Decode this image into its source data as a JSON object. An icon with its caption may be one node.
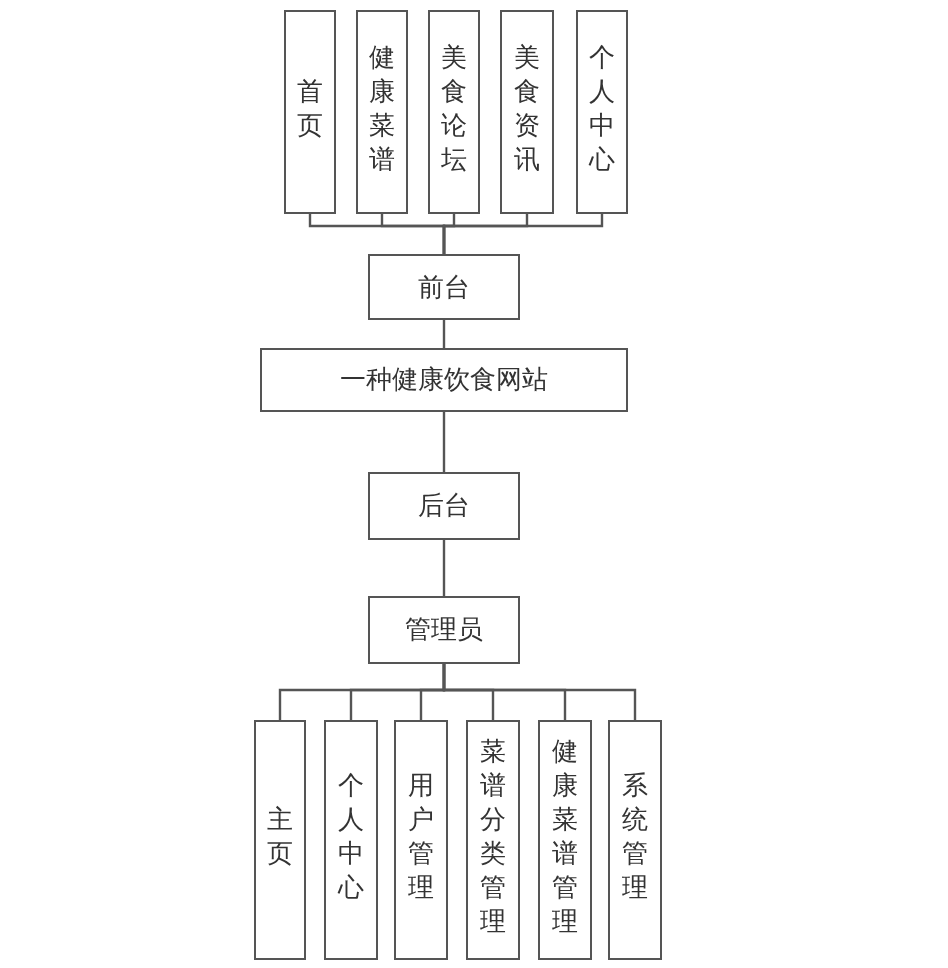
{
  "diagram": {
    "nodes": [
      {
        "text": [
          "首页"
        ]
      },
      {
        "text": [
          "健康菜谱"
        ]
      },
      {
        "text": [
          "美食论坛"
        ]
      },
      {
        "text": [
          "美食资讯"
        ]
      },
      {
        "text": [
          "个人中心"
        ]
      },
      {
        "text": [
          "前台"
        ]
      },
      {
        "text": [
          "一种健康饮食网站"
        ]
      },
      {
        "text": [
          "后台"
        ]
      },
      {
        "text": [
          "管理员"
        ]
      },
      {
        "text": [
          "主页"
        ]
      },
      {
        "text": [
          "个人中心"
        ]
      },
      {
        "text": [
          "用户管理"
        ]
      },
      {
        "text": [
          "菜谱分类管理"
        ]
      },
      {
        "text": [
          "健康菜谱管理"
        ]
      },
      {
        "text": [
          "系统管理"
        ]
      }
    ],
    "edges": [
      {
        "from": 5,
        "to": 0,
        "arrow": "none"
      },
      {
        "from": 5,
        "to": 1,
        "arrow": "none"
      },
      {
        "from": 5,
        "to": 2,
        "arrow": "none"
      },
      {
        "from": 5,
        "to": 3,
        "arrow": "none"
      },
      {
        "from": 5,
        "to": 4,
        "arrow": "none"
      },
      {
        "from": 5,
        "to": 6,
        "arrow": "none"
      },
      {
        "from": 6,
        "to": 7,
        "arrow": "none"
      },
      {
        "from": 7,
        "to": 8,
        "arrow": "none"
      },
      {
        "from": 8,
        "to": 9,
        "arrow": "none"
      },
      {
        "from": 8,
        "to": 10,
        "arrow": "none"
      },
      {
        "from": 8,
        "to": 11,
        "arrow": "none"
      },
      {
        "from": 8,
        "to": 12,
        "arrow": "none"
      },
      {
        "from": 8,
        "to": 13,
        "arrow": "none"
      },
      {
        "from": 8,
        "to": 14,
        "arrow": "none"
      }
    ]
  }
}
